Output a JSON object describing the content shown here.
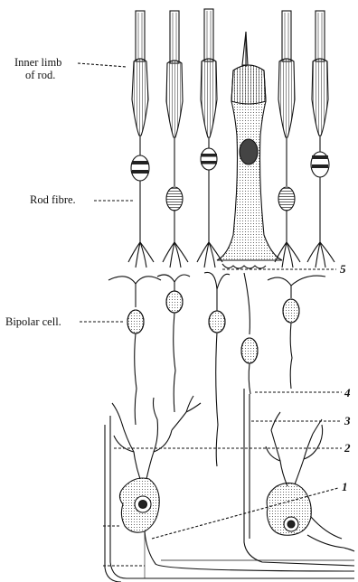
{
  "labels": {
    "inner_limb": "Inner limb",
    "of_rod": "of rod.",
    "rod_fibre": "Rod fibre.",
    "bipolar_cell": "Bipolar cell."
  },
  "numbers": {
    "n1": "1",
    "n2": "2",
    "n3": "3",
    "n4": "4",
    "n5": "5"
  }
}
